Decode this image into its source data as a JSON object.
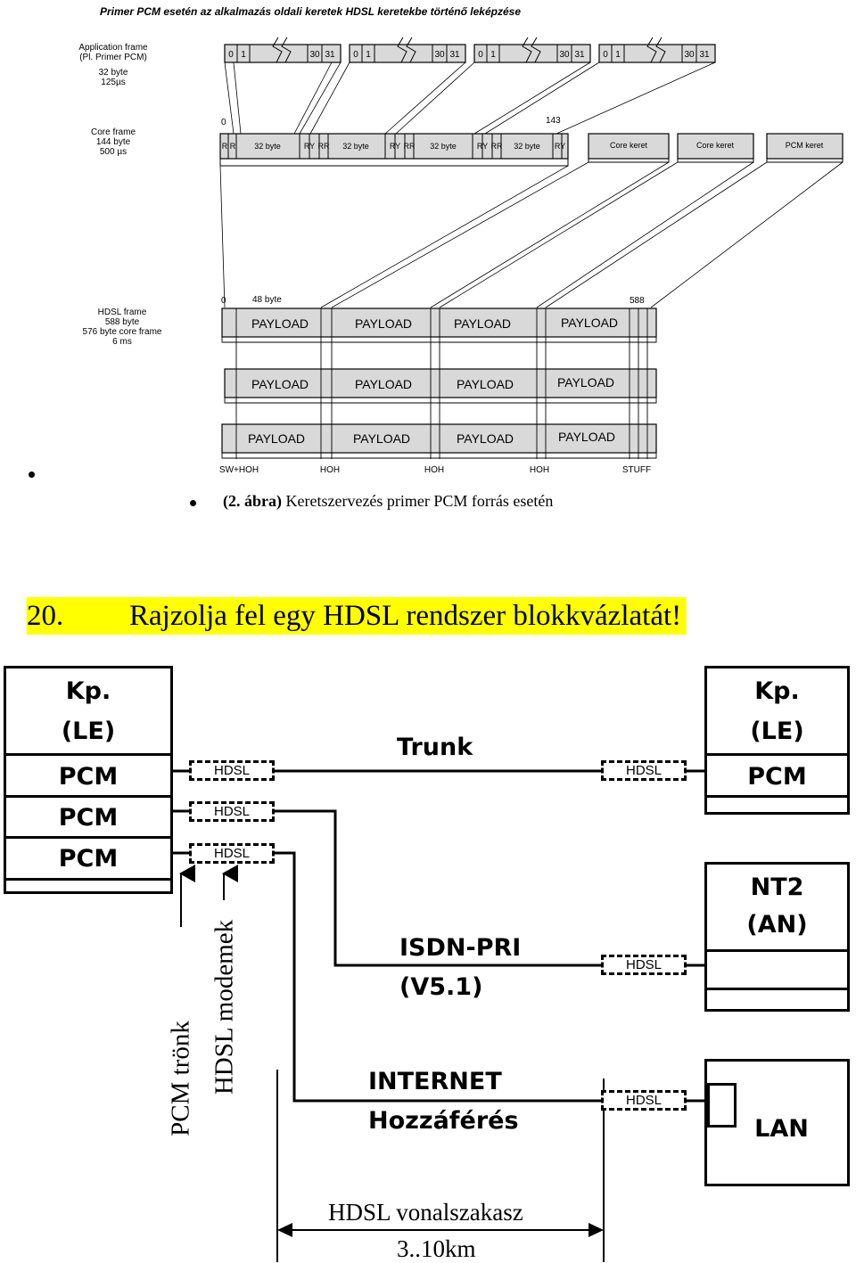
{
  "frame_figure": {
    "title": "Primer PCM esetén az alkalmazás oldali keretek HDSL keretekbe történő leképzése",
    "app_label": [
      "Application frame",
      "(Pl. Primer PCM)",
      "32 byte",
      "125µs"
    ],
    "core_label": [
      "Core frame",
      "144 byte",
      "500 µs"
    ],
    "hdsl_label": [
      "HDSL frame",
      "588 byte",
      "576 byte core frame",
      "6 ms"
    ],
    "app_cells": [
      "0",
      "1",
      "30",
      "31"
    ],
    "core_start": "0",
    "core_end": "143",
    "core_segments": [
      "R",
      "R",
      "32 byte",
      "RY",
      "RR",
      "32 byte",
      "RY",
      "RR",
      "32 byte",
      "RY",
      "RR",
      "32 byte",
      "RY"
    ],
    "core_boxes": [
      "Core keret",
      "Core keret",
      "PCM keret"
    ],
    "hdsl_start": "0",
    "hdsl_48": "48 byte",
    "hdsl_end": "588",
    "payload": "PAYLOAD",
    "overhead": [
      "SW+HOH",
      "HOH",
      "HOH",
      "HOH",
      "STUFF"
    ]
  },
  "caption": {
    "num": "(2. ábra)",
    "text": " Keretszervezés primer PCM forrás esetén"
  },
  "question": {
    "num": "20.",
    "text": "Rajzolja fel egy HDSL rendszer blokkvázlatát!"
  },
  "block_diagram": {
    "left_box": {
      "title1": "Kp.",
      "title2": "(LE)",
      "rows": [
        "PCM",
        "PCM",
        "PCM"
      ]
    },
    "right_top_box": {
      "title1": "Kp.",
      "title2": "(LE)",
      "row": "PCM"
    },
    "nt2_box": {
      "title1": "NT2",
      "title2": "(AN)"
    },
    "lan_box": {
      "title": "LAN"
    },
    "hdsl": "HDSL",
    "trunk": "Trunk",
    "isdn1": "ISDN-PRI",
    "isdn2": "(V5.1)",
    "internet1": "INTERNET",
    "internet2": "Hozzáférés",
    "pcm_tronk": "PCM trönk",
    "hdsl_modemek": "HDSL modemek",
    "line_label": "HDSL vonalszakasz",
    "distance": "3..10km"
  }
}
